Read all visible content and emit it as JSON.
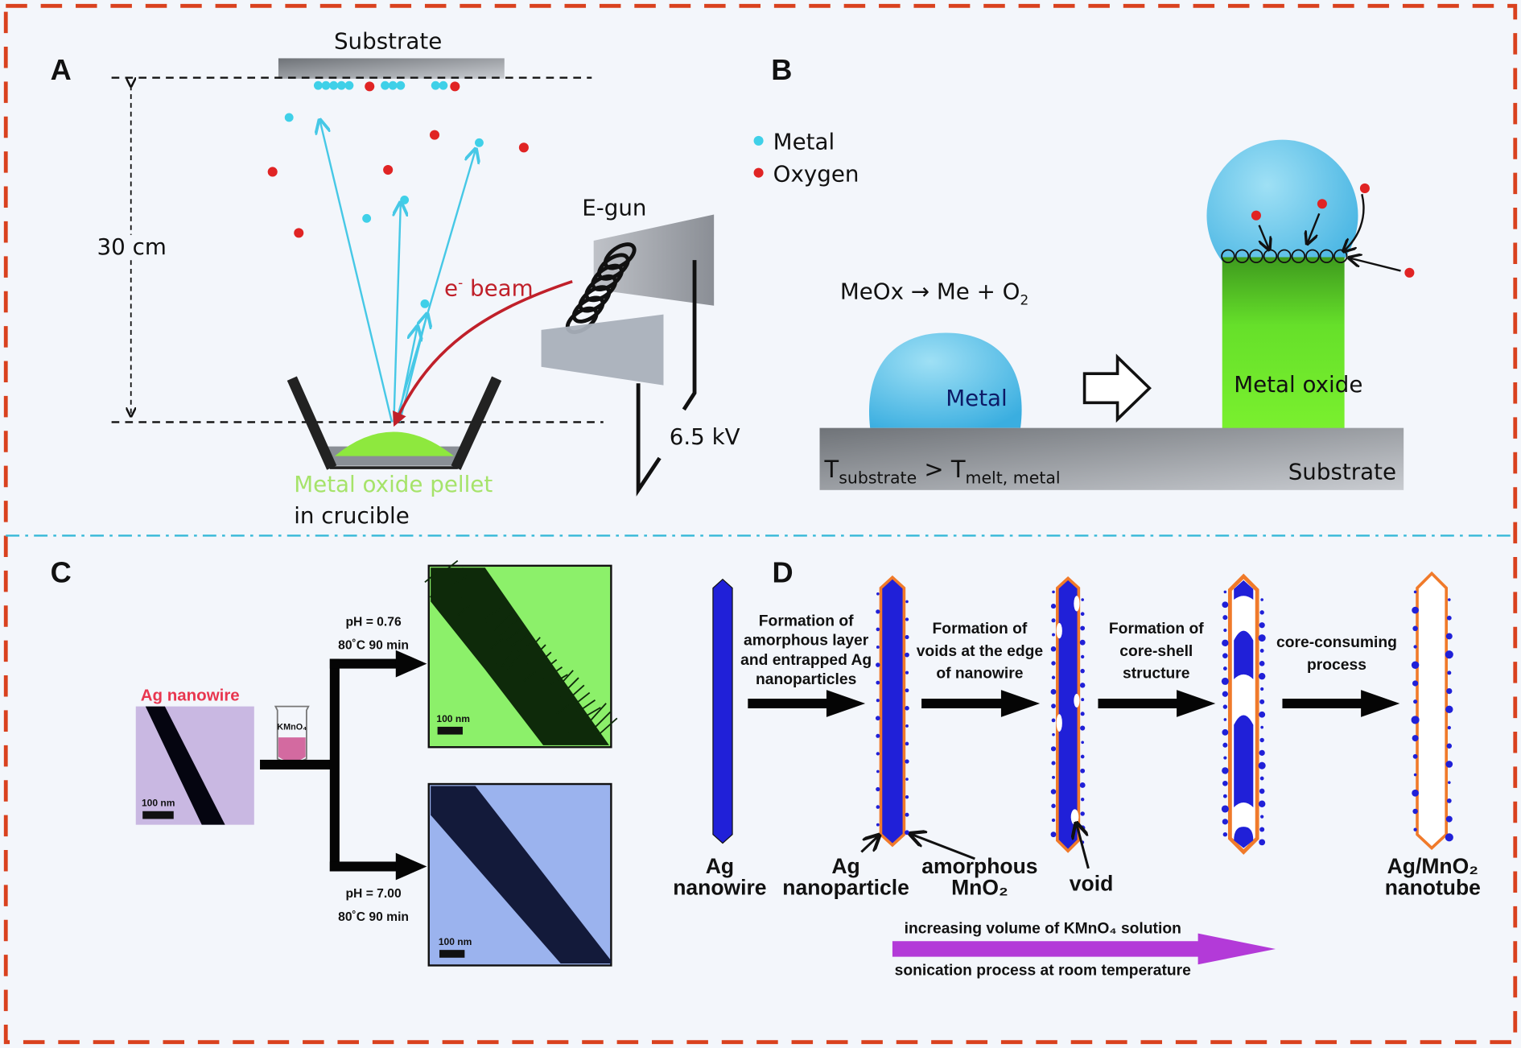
{
  "colors": {
    "border": "#d9411e",
    "divider": "#35b8d8",
    "metal": "#3fd0e8",
    "oxygen": "#e02424",
    "pellet": "#9fe25a",
    "beam": "#c0202a",
    "ag": "#2020d8",
    "mno2": "#f07a2a",
    "process_arrow": "#b33ad8",
    "tem_green": "#8cf06a",
    "tem_blue": "#9bb3ee",
    "tem_purple": "#c9b8e2"
  },
  "panelA": {
    "label": "A",
    "substrate": "Substrate",
    "distance": "30 cm",
    "beam": "e",
    "beam_sup": "-",
    "beam_rest": " beam",
    "egun": "E-gun",
    "voltage": "6.5 kV",
    "pellet": "Metal oxide pellet",
    "crucible": "in crucible",
    "legend": [
      {
        "label": "Metal",
        "icon": "cyan-dot-icon"
      },
      {
        "label": "Oxygen",
        "icon": "red-dot-icon"
      }
    ]
  },
  "panelB": {
    "label": "B",
    "reaction": "MeOx → Me + O",
    "reaction_sub": "2",
    "droplet": "Metal",
    "nanorod": "Metal oxide",
    "t1": "T",
    "t1_sub": "substrate",
    "gt": " > ",
    "t2": "T",
    "t2_sub": "melt, metal",
    "substrate": "Substrate"
  },
  "panelC": {
    "label": "C",
    "start": "Ag nanowire",
    "reagent": "KMnO₄",
    "scale": "100 nm",
    "top_cond": [
      "pH = 0.76",
      "80˚C 90 min"
    ],
    "bottom_cond": [
      "pH = 7.00",
      "80˚C 90 min"
    ]
  },
  "panelD": {
    "label": "D",
    "steps": [
      [
        "Formation of",
        "amorphous layer",
        "and entrapped Ag",
        "nanoparticles"
      ],
      [
        "Formation of",
        "voids at the edge",
        "of nanowire"
      ],
      [
        "Formation of",
        "core-shell",
        "structure"
      ],
      [
        "core-consuming",
        "process"
      ]
    ],
    "labels": {
      "wire": [
        "Ag",
        "nanowire"
      ],
      "np": [
        "Ag",
        "nanoparticle"
      ],
      "mno2": [
        "amorphous",
        "MnO₂"
      ],
      "void": "void",
      "tube": [
        "Ag/MnO₂",
        "nanotube"
      ]
    },
    "arrow_top": "increasing volume of KMnO₄ solution",
    "arrow_bottom": "sonication process at room temperature"
  }
}
